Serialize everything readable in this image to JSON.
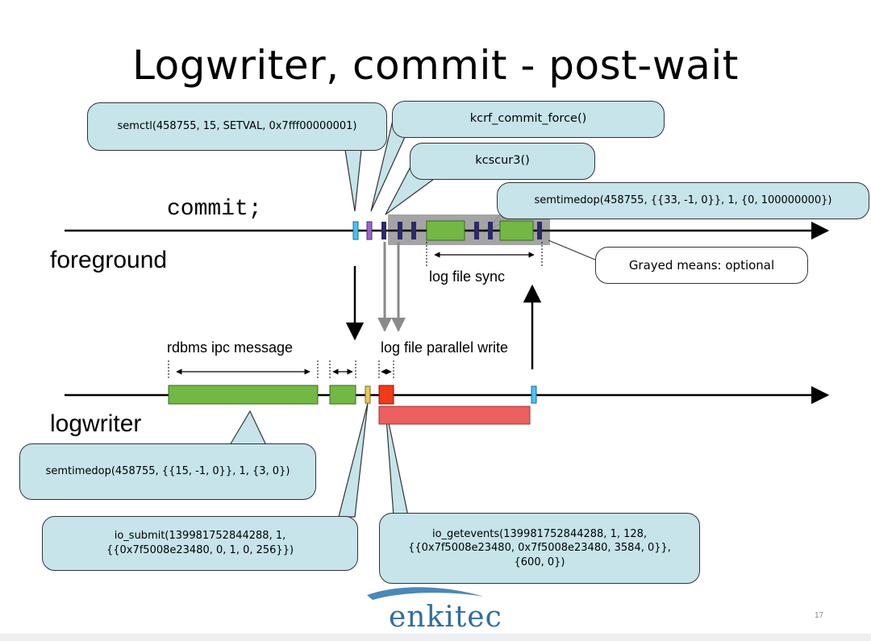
{
  "slide": {
    "title": "Logwriter, commit - post-wait",
    "page_number": "17",
    "logo_text": "enkitec"
  },
  "tracks": {
    "foreground": "foreground",
    "logwriter": "logwriter",
    "commit": "commit;"
  },
  "intervals": {
    "log_file_sync": "log file sync",
    "rdbms_ipc_message": "rdbms ipc message",
    "log_file_parallel_write": "log file parallel write"
  },
  "callouts": {
    "semctl": "semctl(458755, 15, SETVAL, 0x7fff00000001)",
    "kcrf_commit_force": "kcrf_commit_force()",
    "kcscur3": "kcscur3()",
    "semtimedop_fg": "semtimedop(458755, {{33, -1, 0}}, 1, {0, 100000000})",
    "grayed": "Grayed means: optional",
    "semtimedop_lgwr": "semtimedop(458755, {{15, -1, 0}}, 1, {3, 0})",
    "io_submit": [
      "io_submit(139981752844288, 1,",
      "{{0x7f5008e23480, 0, 1, 0, 256}})"
    ],
    "io_getevents": [
      "io_getevents(139981752844288, 1, 128,",
      "{{0x7f5008e23480, 0x7f5008e23480, 3584, 0}},",
      "{600, 0})"
    ]
  },
  "colors": {
    "callout_fill": "#c6e4ea",
    "wait_green": "#73b844",
    "io_red": "#f03a18",
    "io_pink": "#ec6060",
    "marker_blue": "#4cc0f0",
    "marker_purple": "#9966cc",
    "marker_navy": "#2a2a66",
    "marker_yellow": "#e8c858",
    "optional_gray": "#9a9a9a"
  }
}
